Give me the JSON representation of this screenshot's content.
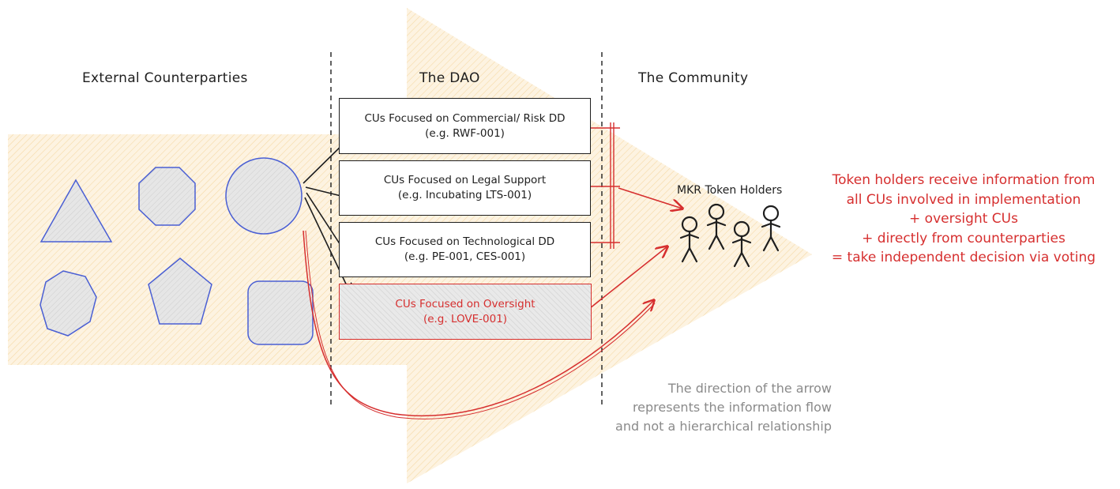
{
  "columns": {
    "external": "External Counterparties",
    "dao": "The DAO",
    "community": "The Community"
  },
  "cu_boxes": [
    {
      "title": "CUs Focused on Commercial/ Risk DD",
      "example": "(e.g. RWF-001)"
    },
    {
      "title": "CUs Focused on Legal Support",
      "example": "(e.g. Incubating LTS-001)"
    },
    {
      "title": "CUs Focused on Technological DD",
      "example": "(e.g. PE-001, CES-001)"
    },
    {
      "title": "CUs Focused on Oversight",
      "example": "(e.g. LOVE-001)"
    }
  ],
  "token_holders_label": "MKR Token Holders",
  "token_holder_note": [
    "Token holders receive information from",
    "all CUs involved in implementation",
    "+ oversight CUs",
    "+ directly from counterparties",
    "= take independent decision via voting"
  ],
  "arrow_note": [
    "The direction of the arrow",
    "represents the information flow",
    "and not a hierarchical relationship"
  ],
  "colors": {
    "flow_arrow": "#fcefd6",
    "shape_stroke": "#4a5fd4",
    "shape_fill": "#e4e4e4",
    "accent_red": "#d62f2f",
    "note_grey": "#8a8a8a"
  }
}
